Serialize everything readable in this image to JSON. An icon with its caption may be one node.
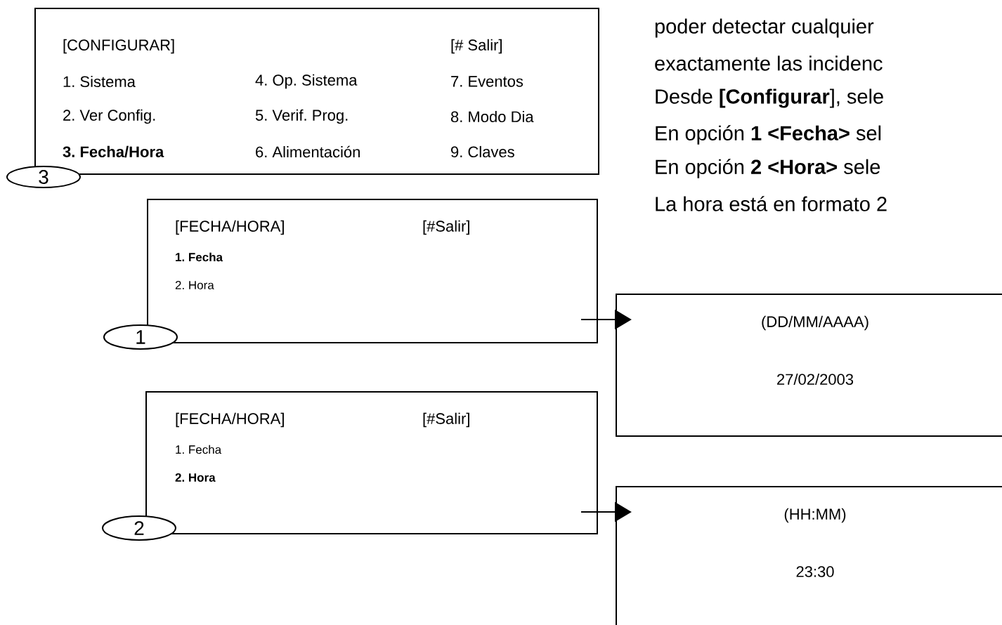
{
  "diagram": {
    "nodes": [
      {
        "text": [
          "[CONFIGURAR]",
          "[# Salir]",
          "1. Sistema",
          "4. Op. Sistema",
          "7. Eventos",
          "2. Ver Config.",
          "5. Verif. Prog.",
          "8. Modo Dia",
          "**3. Fecha/Hora**",
          "6. Alimentación",
          "9. Claves"
        ]
      },
      {
        "text": [
          "3"
        ]
      },
      {
        "text": [
          "[FECHA/HORA]",
          "[#Salir]",
          "**1. Fecha**",
          "2. Hora"
        ]
      },
      {
        "text": [
          "1"
        ]
      },
      {
        "text": [
          "[FECHA/HORA]",
          "[#Salir]",
          "1. Fecha",
          "**2. Hora**"
        ]
      },
      {
        "text": [
          "2"
        ]
      },
      {
        "text": [
          "(DD/MM/AAAA)",
          "27/02/2003"
        ]
      },
      {
        "text": [
          "(HH:MM)",
          "23:30"
        ]
      }
    ],
    "edges": [
      {
        "from": 2,
        "to": 6,
        "arrow": "to"
      },
      {
        "from": 4,
        "to": 7,
        "arrow": "to"
      }
    ],
    "labels": [
      "poder detectar cualquier",
      "exactamente las incidenc",
      "Desde **[Configurar**], sele",
      "En opción **1 <Fecha>** sel",
      "En opción **2 <Hora>** sele",
      "La hora está en formato 2"
    ]
  }
}
